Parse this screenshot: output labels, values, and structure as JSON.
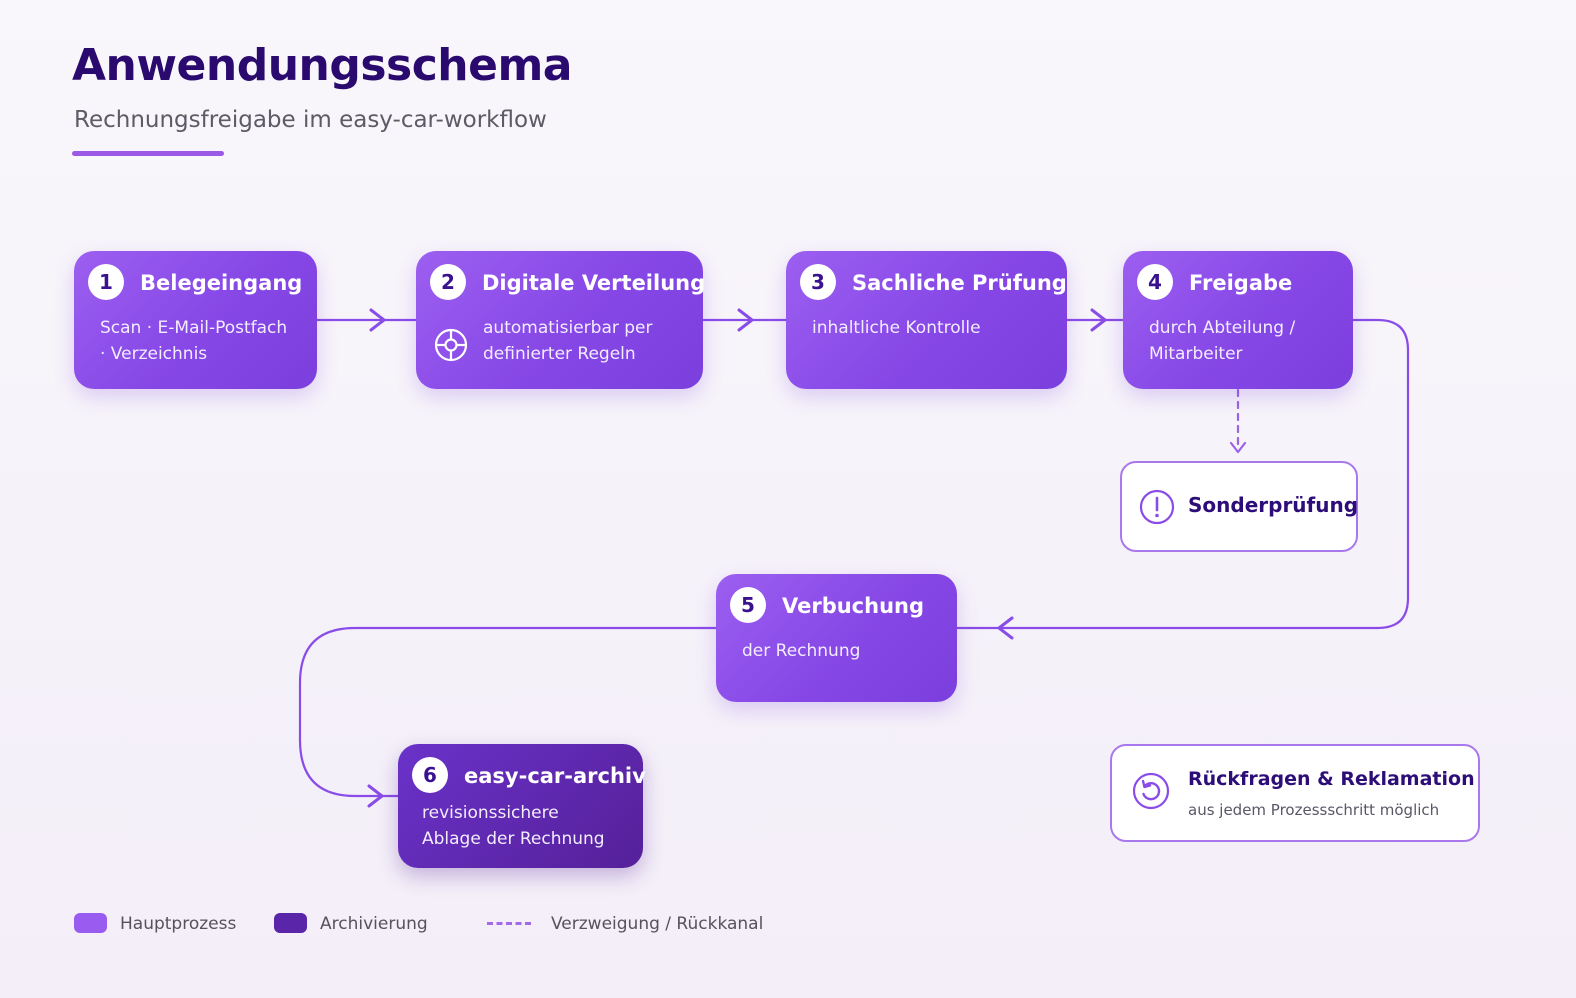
{
  "header": {
    "title": "Anwendungsschema",
    "subtitle": "Rechnungsfreigabe im easy-car-workflow"
  },
  "steps": [
    {
      "number": "1",
      "title": "Belegeingang",
      "description": "Scan · E-Mail-Postfach\n· Verzeichnis"
    },
    {
      "number": "2",
      "title": "Digitale Verteilung",
      "description": "automatisierbar per\ndefinierter Regeln",
      "icon": "gear-icon"
    },
    {
      "number": "3",
      "title": "Sachliche Prüfung",
      "description": "inhaltliche Kontrolle"
    },
    {
      "number": "4",
      "title": "Freigabe",
      "description": "durch Abteilung /\nMitarbeiter"
    },
    {
      "number": "5",
      "title": "Verbuchung",
      "description": "der Rechnung"
    },
    {
      "number": "6",
      "title": "easy-car-archiv",
      "description": "revisionssichere\nAblage der Rechnung"
    }
  ],
  "special_check": {
    "title": "Sonderprüfung",
    "icon": "exclamation-icon"
  },
  "inquiries": {
    "title": "Rückfragen & Reklamation",
    "description": "aus jedem Prozessschritt möglich",
    "icon": "refresh-icon"
  },
  "legend": [
    {
      "label": "Hauptprozess",
      "color": "#9a5cf0"
    },
    {
      "label": "Archivierung",
      "color": "#5a25a8"
    },
    {
      "label": "Verzweigung / Rückkanal",
      "style": "dashed",
      "color": "#a06ae8"
    }
  ],
  "colors": {
    "accent": "#8a4ce8",
    "title": "#2a0a6e",
    "connector": "#8a4ce8"
  }
}
